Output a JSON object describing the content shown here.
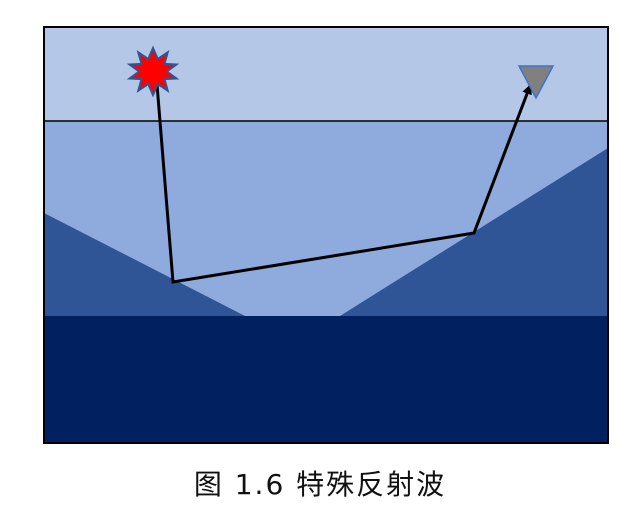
{
  "caption": "图 1.6 特殊反射波",
  "colors": {
    "air_layer": "#b4c7e7",
    "water_layer": "#8faadc",
    "slope_layer": "#2f5597",
    "bedrock_layer": "#002060",
    "ray_path": "#000000",
    "source": "#ff0000",
    "source_outline": "#2f5597",
    "receiver": "#808080",
    "frame": "#000000"
  },
  "icons": {
    "source": "explosion-starburst",
    "receiver": "triangle-down"
  }
}
